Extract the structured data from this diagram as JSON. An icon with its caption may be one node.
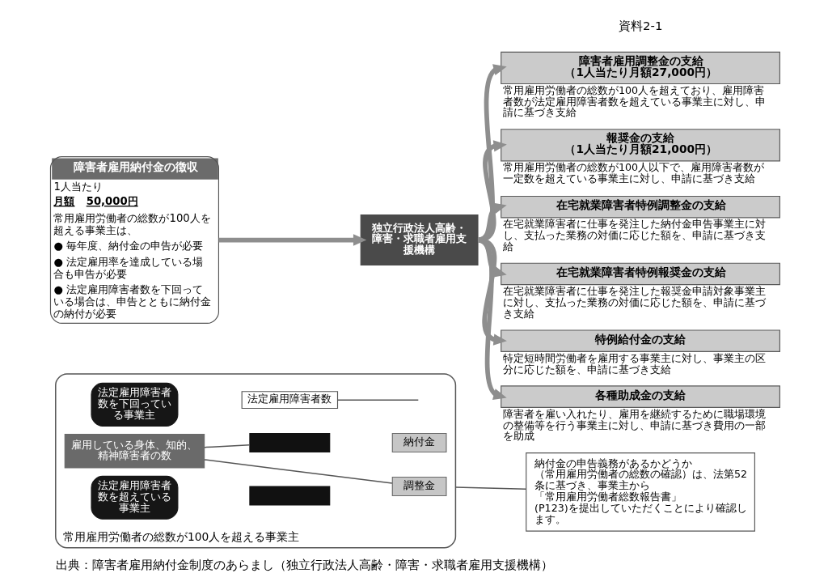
{
  "diagram": {
    "caption": "出典：障害者雇用納付金制度のあらまし（独立行政法人高齢・障害・求職者雇用支援機構）",
    "nodes": [
      {
        "text": [
          "障害者雇用納付金の徴収",
          "1人当たり",
          "月額　50,000円",
          "常用雇用労働者の総数が100人を超える事業主は、",
          "● 毎年度、納付金の申告が必要",
          "● 法定雇用率を達成している場合も申告が必要",
          "● 法定雇用障害者数を下回っている場合は、申告とともに納付金の納付が必要"
        ]
      },
      {
        "text": [
          "独立行政法人高齢・障害・求職者雇用支援機構"
        ]
      },
      {
        "text": [
          "障害者雇用調整金の支給（1人当たり月額27,000円）"
        ],
        "beside": [
          "常用雇用労働者の総数が100人を超えており、雇用障害者数が法定雇用障害者数を超えている事業主に対し、申請に基づき支給"
        ]
      },
      {
        "text": [
          "報奨金の支給（1人当たり月額21,000円）"
        ],
        "beside": [
          "常用雇用労働者の総数が100人以下で、雇用障害者数が一定数を超えている事業主に対し、申請に基づき支給"
        ]
      },
      {
        "text": [
          "在宅就業障害者特例調整金の支給"
        ],
        "beside": [
          "在宅就業障害者に仕事を発注した納付金申告事業主に対し、支払った業務の対価に応じた額を、申請に基づき支給"
        ]
      },
      {
        "text": [
          "在宅就業障害者特例報奨金の支給"
        ],
        "beside": [
          "在宅就業障害者に仕事を発注した報奨金申請対象事業主に対し、支払った業務の対価に応じた額を、申請に基づき支給"
        ]
      },
      {
        "text": [
          "特例給付金の支給"
        ],
        "beside": [
          "特定短時間労働者を雇用する事業主に対し、事業主の区分に応じた額を、申請に基づき支給"
        ]
      },
      {
        "text": [
          "各種助成金の支給"
        ],
        "beside": [
          "障害者を雇い入れたり、雇用を継続するために職場環境の整備等を行う事業主に対し、申請に基づき費用の一部を助成"
        ]
      },
      {
        "text": [
          "常用雇用労働者の総数が100人を超える事業主"
        ]
      },
      {
        "text": [
          "法定雇用障害者数"
        ],
        "in": 8
      },
      {
        "text": [
          "法定雇用障害者数を下回っている事業主"
        ],
        "in": 8
      },
      {
        "text": [],
        "shape": "bar",
        "in": 8
      },
      {
        "text": [
          "納付金"
        ],
        "in": 8
      },
      {
        "text": [
          "雇用している身体、知的、精神障害者の数"
        ],
        "in": 8
      },
      {
        "text": [
          "法定雇用障害者数を超えている事業主"
        ],
        "in": 8
      },
      {
        "text": [],
        "shape": "bar",
        "in": 8
      },
      {
        "text": [
          "調整金"
        ],
        "in": 8
      },
      {
        "text": [
          "納付金の申告義務があるかどうか（常用雇用労働者の総数の確認）は、法第52条に基づき、事業主から「常用雇用労働者総数報告書」(P123)を提出していただくことにより確認します。"
        ]
      }
    ],
    "edges": [
      {
        "from": 0,
        "to": 1,
        "arrow": "to"
      },
      {
        "from": 1,
        "to": 2,
        "arrow": "to"
      },
      {
        "from": 1,
        "to": 3,
        "arrow": "to"
      },
      {
        "from": 1,
        "to": 4,
        "arrow": "to"
      },
      {
        "from": 1,
        "to": 5,
        "arrow": "to"
      },
      {
        "from": 1,
        "to": 6,
        "arrow": "to"
      },
      {
        "from": 1,
        "to": 7,
        "arrow": "to"
      },
      {
        "from": 9,
        "to": null,
        "arrow": "none",
        "color": "#555555"
      },
      {
        "from": 13,
        "to": 11,
        "arrow": "none",
        "color": "#555555"
      },
      {
        "from": 13,
        "to": 16,
        "arrow": "none",
        "color": "#555555"
      },
      {
        "from": 17,
        "to": 8,
        "arrow": "none",
        "color": "#555555"
      }
    ],
    "labels": [
      "資料2-1"
    ]
  }
}
